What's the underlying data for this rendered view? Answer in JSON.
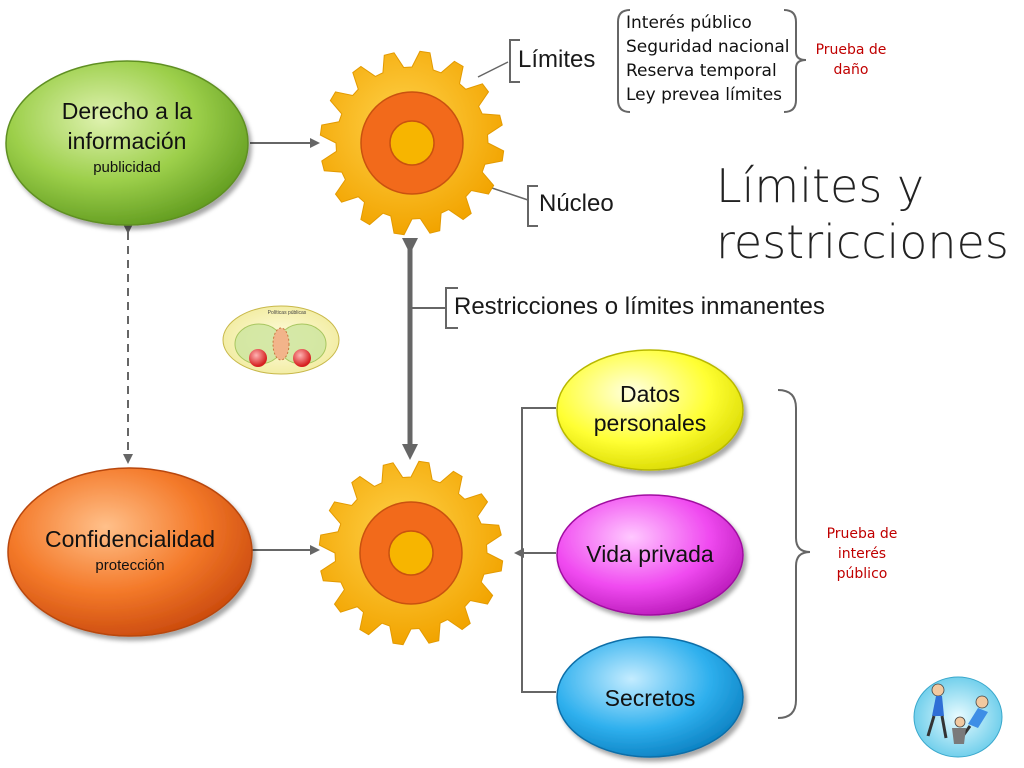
{
  "title": {
    "line1": "Límites y",
    "line2": "restricciones"
  },
  "left": {
    "derecho": {
      "title_line1": "Derecho a la",
      "title_line2": "información",
      "sub": "publicidad"
    },
    "confidencialidad": {
      "title": "Confidencialidad",
      "sub": "protección"
    }
  },
  "labels": {
    "limites": "Límites",
    "nucleo": "Núcleo",
    "restricciones": "Restricciones o límites inmanentes"
  },
  "limits_list": [
    "Interés público",
    "Seguridad nacional",
    "Reserva temporal",
    "Ley prevea límites"
  ],
  "prueba_dano": {
    "line1": "Prueba de",
    "line2": "daño"
  },
  "right_items": {
    "datos": {
      "line1": "Datos",
      "line2": "personales"
    },
    "vida": "Vida privada",
    "secretos": "Secretos"
  },
  "prueba_interes": {
    "line1": "Prueba de",
    "line2": "interés",
    "line3": "público"
  },
  "mini_diagram_label": "Políticas públicas",
  "colors": {
    "green": "#8cc63f",
    "orange": "#f26a1b",
    "gear": "#f7b500",
    "gear_ring": "#f26a1b",
    "yellow": "#ffff00",
    "magenta": "#ee2cee",
    "blue": "#1fa6e8",
    "red_text": "#c00000"
  },
  "icons": [
    "gear-icon",
    "clipart-people-icon",
    "venn-mini-icon"
  ]
}
